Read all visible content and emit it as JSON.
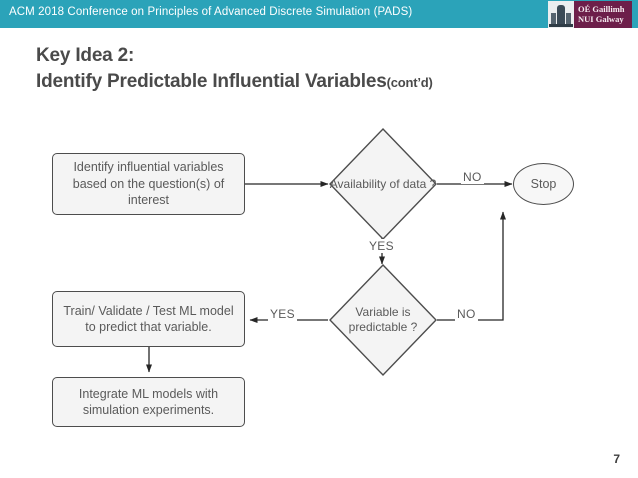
{
  "header": {
    "conference_title": "ACM 2018 Conference on Principles of Advanced Discrete Simulation (PADS)",
    "bar_color": "#2ba3b9",
    "logo": {
      "crest_icon": "university-crest-icon",
      "line1": "OÉ Gaillimh",
      "line2": "NUI Galway",
      "wordmark_color": "#6d1f4a"
    }
  },
  "slide": {
    "title_line1": "Key Idea 2:",
    "title_line2": "Identify Predictable Influential Variables",
    "title_suffix": "(cont’d)",
    "page_number": "7"
  },
  "flowchart": {
    "nodes": {
      "identify_variables": "Identify influential variables based on the question(s) of interest",
      "availability_of_data": "Availability of data ?",
      "stop": "Stop",
      "variable_predictable": "Variable is predictable ?",
      "train_model": "Train/ Validate / Test ML model to predict that variable.",
      "integrate_models": "Integrate ML models with simulation experiments."
    },
    "edge_labels": {
      "no_data": "NO",
      "yes_data": "YES",
      "yes_predictable": "YES",
      "no_predictable": "NO"
    },
    "stroke_color": "#4d4d4d",
    "fill_color": "#f4f4f4"
  }
}
